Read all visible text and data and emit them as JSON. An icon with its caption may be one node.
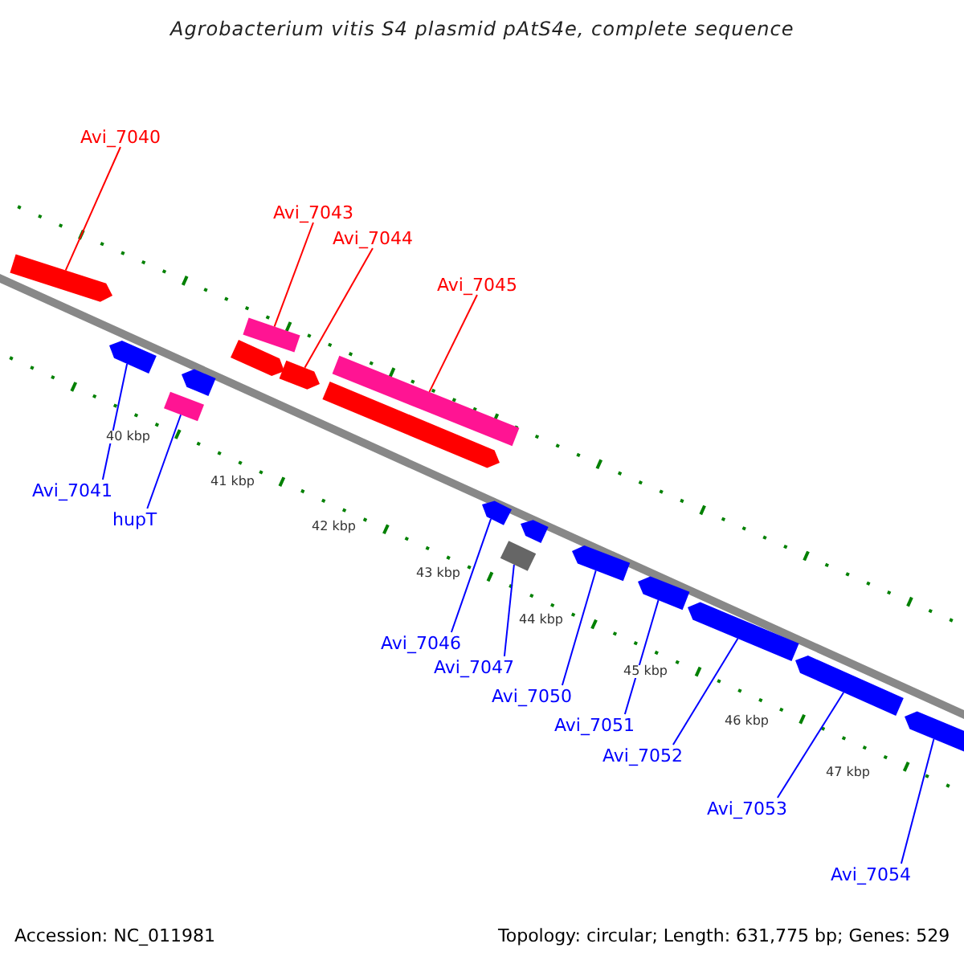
{
  "diagram": {
    "title": "Agrobacterium vitis S4 plasmid pAtS4e, complete sequence",
    "nodes": [
      {
        "text": [
          "Avi_7040"
        ]
      },
      {
        "text": [
          "Avi_7043"
        ]
      },
      {
        "text": [
          "Avi_7044"
        ]
      },
      {
        "text": [
          "Avi_7045"
        ]
      },
      {
        "text": [
          "Avi_7041"
        ]
      },
      {
        "text": [
          "hupT"
        ]
      },
      {
        "text": [
          "Avi_7046"
        ]
      },
      {
        "text": [
          "Avi_7047"
        ]
      },
      {
        "text": [
          "Avi_7050"
        ]
      },
      {
        "text": [
          "Avi_7051"
        ]
      },
      {
        "text": [
          "Avi_7052"
        ]
      },
      {
        "text": [
          "Avi_7053"
        ]
      },
      {
        "text": [
          "Avi_7054"
        ]
      },
      {
        "text": [],
        "shape": "arrow"
      },
      {
        "text": [],
        "shape": "arrow"
      },
      {
        "text": [],
        "shape": "box"
      },
      {
        "text": [],
        "shape": "arrow"
      },
      {
        "text": [],
        "shape": "arrow"
      },
      {
        "text": [],
        "shape": "box"
      },
      {
        "text": [],
        "shape": "arrow"
      },
      {
        "text": [],
        "shape": "box"
      },
      {
        "text": [],
        "shape": "arrow"
      },
      {
        "text": [],
        "shape": "arrow"
      },
      {
        "text": [],
        "shape": "arrow"
      },
      {
        "text": [],
        "shape": "box"
      },
      {
        "text": [],
        "shape": "arrow"
      },
      {
        "text": [],
        "shape": "arrow"
      },
      {
        "text": [],
        "shape": "arrow"
      },
      {
        "text": [],
        "shape": "arrow"
      },
      {
        "text": [],
        "shape": "arrow"
      }
    ],
    "edges": [
      {
        "from": 0,
        "to": 13,
        "arrow": "none",
        "color": "#ff0000"
      },
      {
        "from": 1,
        "to": 15,
        "arrow": "none",
        "color": "#ff0000"
      },
      {
        "from": 2,
        "to": 19,
        "arrow": "none",
        "color": "#ff0000"
      },
      {
        "from": 3,
        "to": 20,
        "arrow": "none",
        "color": "#ff0000"
      },
      {
        "from": 4,
        "to": 14,
        "arrow": "none"
      },
      {
        "from": 5,
        "to": 18,
        "arrow": "none"
      },
      {
        "from": 6,
        "to": 22,
        "arrow": "none"
      },
      {
        "from": 7,
        "to": 24,
        "arrow": "none"
      },
      {
        "from": 8,
        "to": 25,
        "arrow": "none"
      },
      {
        "from": 9,
        "to": 26,
        "arrow": "none"
      },
      {
        "from": 10,
        "to": 27,
        "arrow": "none"
      },
      {
        "from": 11,
        "to": 28,
        "arrow": "none"
      },
      {
        "from": 12,
        "to": 29,
        "arrow": "none"
      }
    ],
    "labels": [
      "40 kbp",
      "41 kbp",
      "42 kbp",
      "43 kbp",
      "44 kbp",
      "45 kbp",
      "46 kbp",
      "47 kbp",
      "Accession: NC_011981",
      "Topology: circular; Length: 631,775 bp; Genes: 529"
    ]
  }
}
